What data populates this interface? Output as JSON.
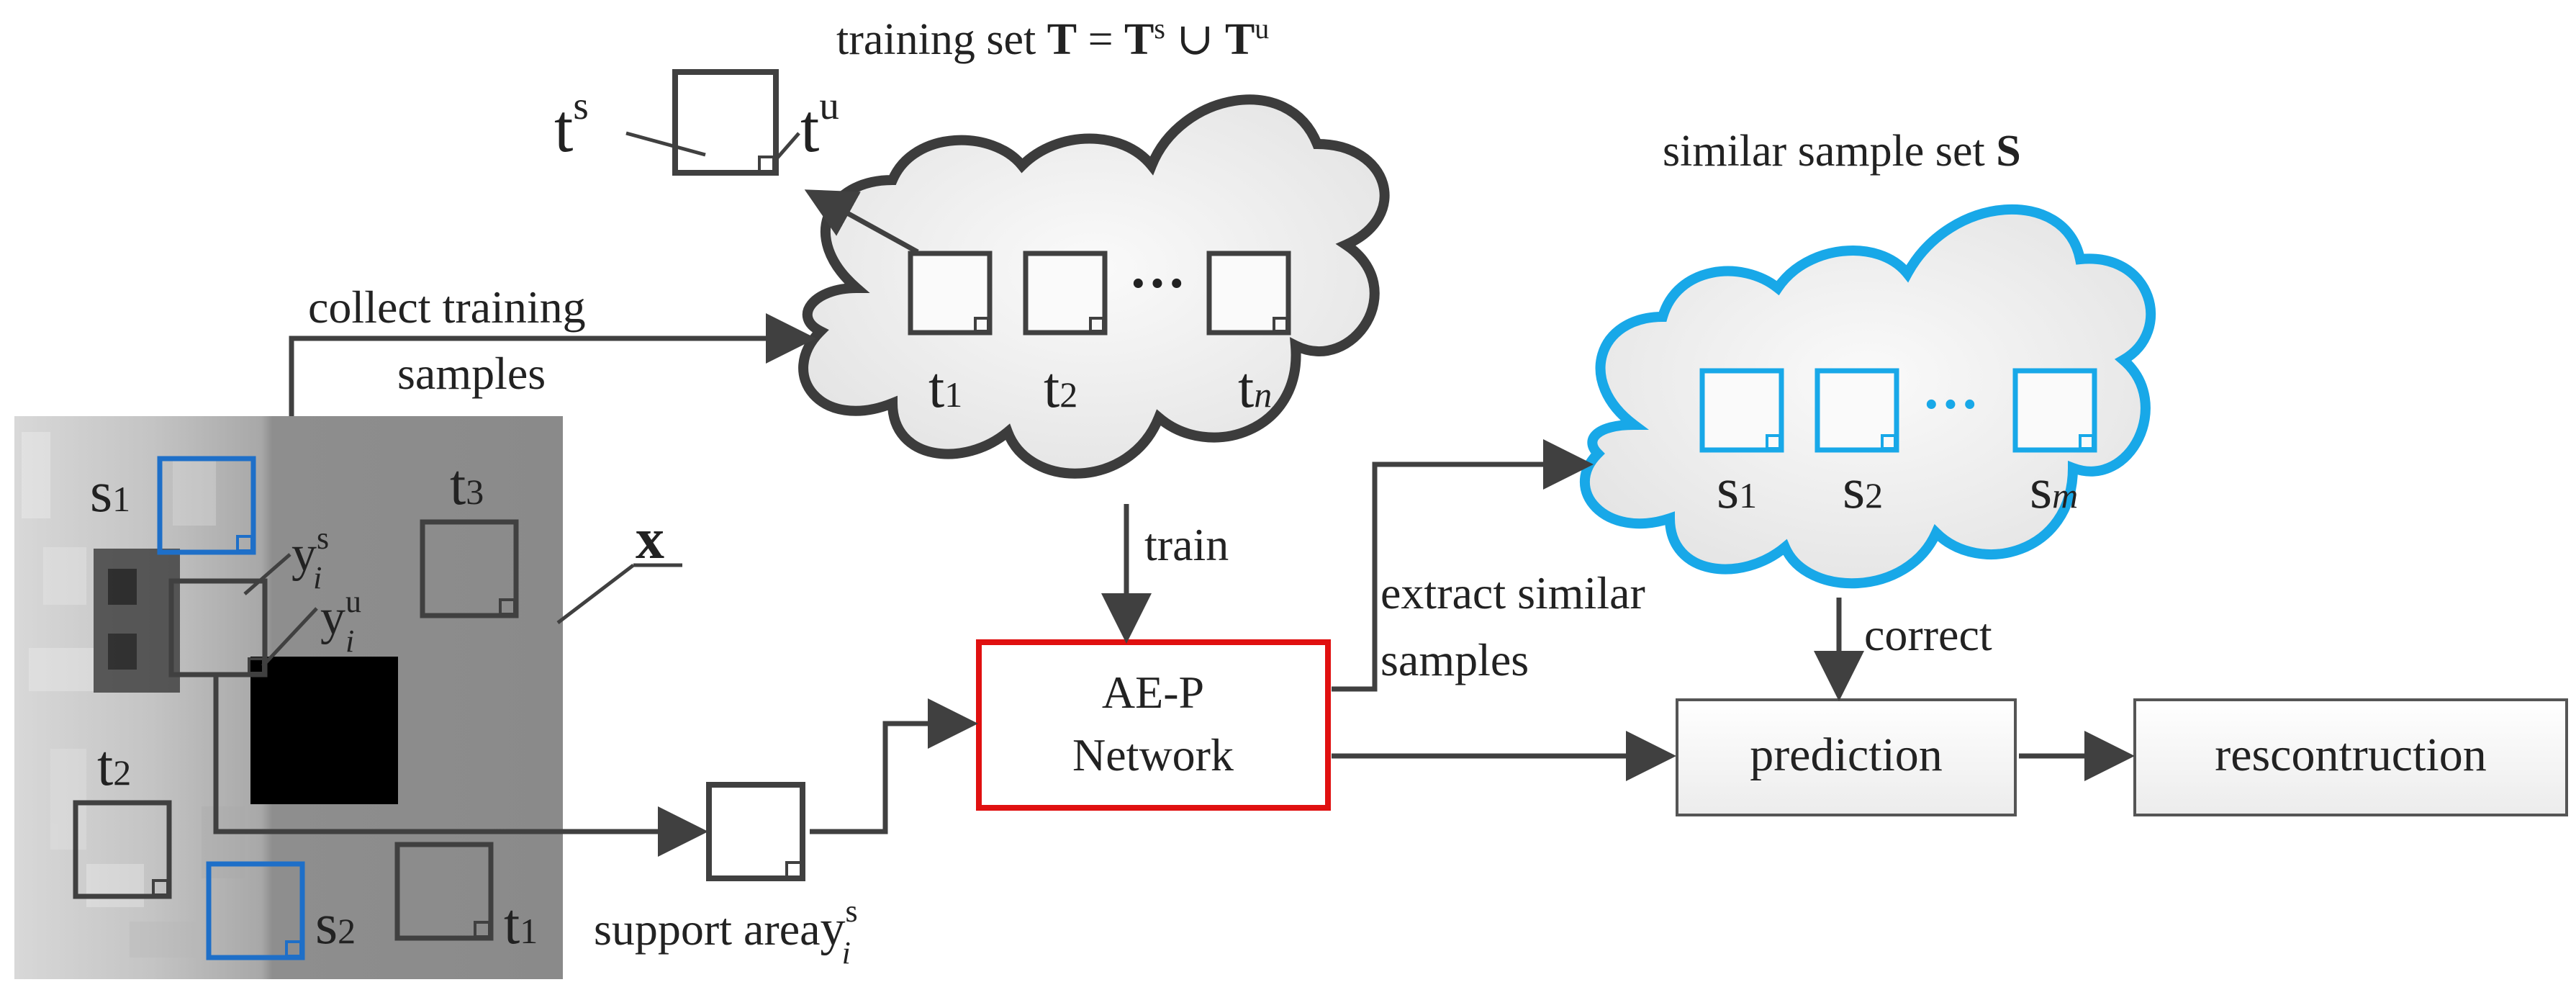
{
  "diagram": {
    "training_set_label": {
      "prefix": "training set ",
      "T": "T",
      "eq": " = ",
      "Ts_base": "T",
      "Ts_sup": "s",
      "union": " ∪ ",
      "Tu_base": "T",
      "Tu_sup": "u"
    },
    "similar_set_label": {
      "prefix": "similar sample set ",
      "S": "S"
    },
    "patch_labels": {
      "ts_base": "t",
      "ts_sup": "s",
      "tu_base": "t",
      "tu_sup": "u"
    },
    "training_samples": [
      {
        "base": "t",
        "sub": "1"
      },
      {
        "base": "t",
        "sub": "2"
      },
      {
        "base": "t",
        "sub": "n"
      }
    ],
    "similar_samples": [
      {
        "base": "s",
        "sub": "1"
      },
      {
        "base": "s",
        "sub": "2"
      },
      {
        "base": "s",
        "sub": "m"
      }
    ],
    "ellipsis": "···",
    "image_labels": {
      "s1_base": "s",
      "s1_sub": "1",
      "s2_base": "s",
      "s2_sub": "2",
      "t1_base": "t",
      "t1_sub": "1",
      "t2_base": "t",
      "t2_sub": "2",
      "t3_base": "t",
      "t3_sub": "3",
      "x": "x",
      "yis_base": "y",
      "yis_sup": "s",
      "yis_sub": "i",
      "yiu_base": "y",
      "yiu_sup": "u",
      "yiu_sub": "i"
    },
    "edge_labels": {
      "collect_line1": "collect training",
      "collect_line2": "samples",
      "train": "train",
      "extract_line1": "extract similar",
      "extract_line2": "samples",
      "correct": "correct",
      "support_prefix": "support area",
      "support_base": "y",
      "support_sup": "s",
      "support_sub": "i"
    },
    "nodes": {
      "network_line1": "AE-P",
      "network_line2": "Network",
      "prediction": "prediction",
      "reconstruction": "rescontruction"
    },
    "colors": {
      "dark": "#404040",
      "blue": "#1e6fc8",
      "cyan": "#18a8e8",
      "red": "#e01010",
      "cloud_fill": "#f0f0f0"
    }
  }
}
